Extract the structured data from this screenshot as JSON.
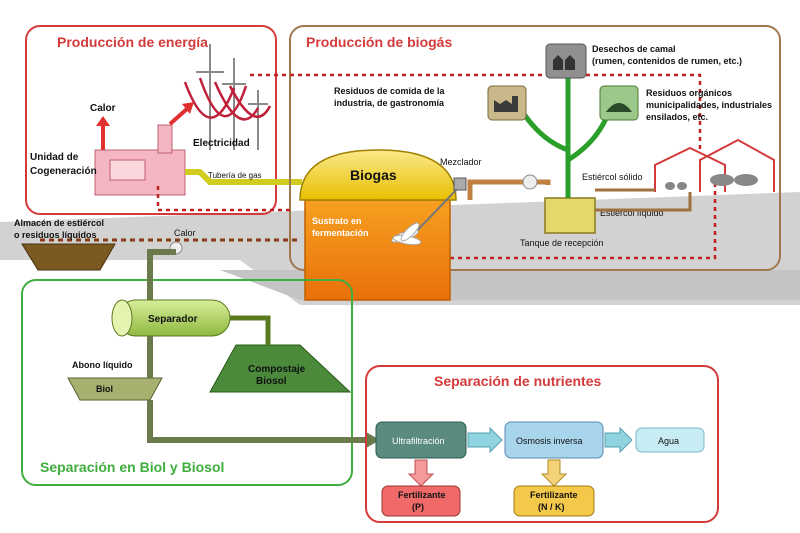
{
  "colors": {
    "section_red": "#d43a3a",
    "section_brown": "#a07850",
    "section_green": "#3fae3f",
    "ground": "#cfcfcf",
    "digester": "#f08a10",
    "biogas_dome": "#f4d21a",
    "pipe": "#9b9b2a",
    "process_teal": "#5a8a80",
    "process_light": "#a8d4ec"
  },
  "sections": {
    "energy": "Producción de energía",
    "biogas": "Producción de biogás",
    "biol": "Separación en Biol y Biosol",
    "nutrients": "Separación de nutrientes"
  },
  "labels": {
    "calor_top": "Calor",
    "electricidad": "Electricidad",
    "cogeneracion": "Unidad de Cogeneración",
    "tuberia_gas": "Tubería de gas",
    "almacen": "Almacén de estiércol o residuos líquidos",
    "calor_bottom": "Calor",
    "biogas": "Biogas",
    "sustrato": "Sustrato en fermentación",
    "mezclador": "Mezclador",
    "residuos_comida": "Residuos de comida de la industria, de gastronomía",
    "desechos_camal": "Desechos de camal (rumen, contenidos de rumen, etc.)",
    "residuos_organicos": "Residuos orgánicos municipalidades, industriales ensilados, etc.",
    "estiercol_solido": "Estiércol sólido",
    "estiercol_liquido": "Estiércol líquido",
    "tanque": "Tanque de recepción",
    "separador": "Separador",
    "abono": "Abono líquido Biol",
    "compostaje": "Compostaje Biosol",
    "ultrafiltracion": "Ultrafiltración",
    "osmosis": "Osmosis inversa",
    "agua": "Agua",
    "fert_p": "Fertilizante (P)",
    "fert_nk": "Fertilizante (N / K)"
  },
  "icons": [
    "factory-icon",
    "slaughterhouse-icon",
    "landfill-icon",
    "pylon-icon",
    "stable-icon"
  ]
}
